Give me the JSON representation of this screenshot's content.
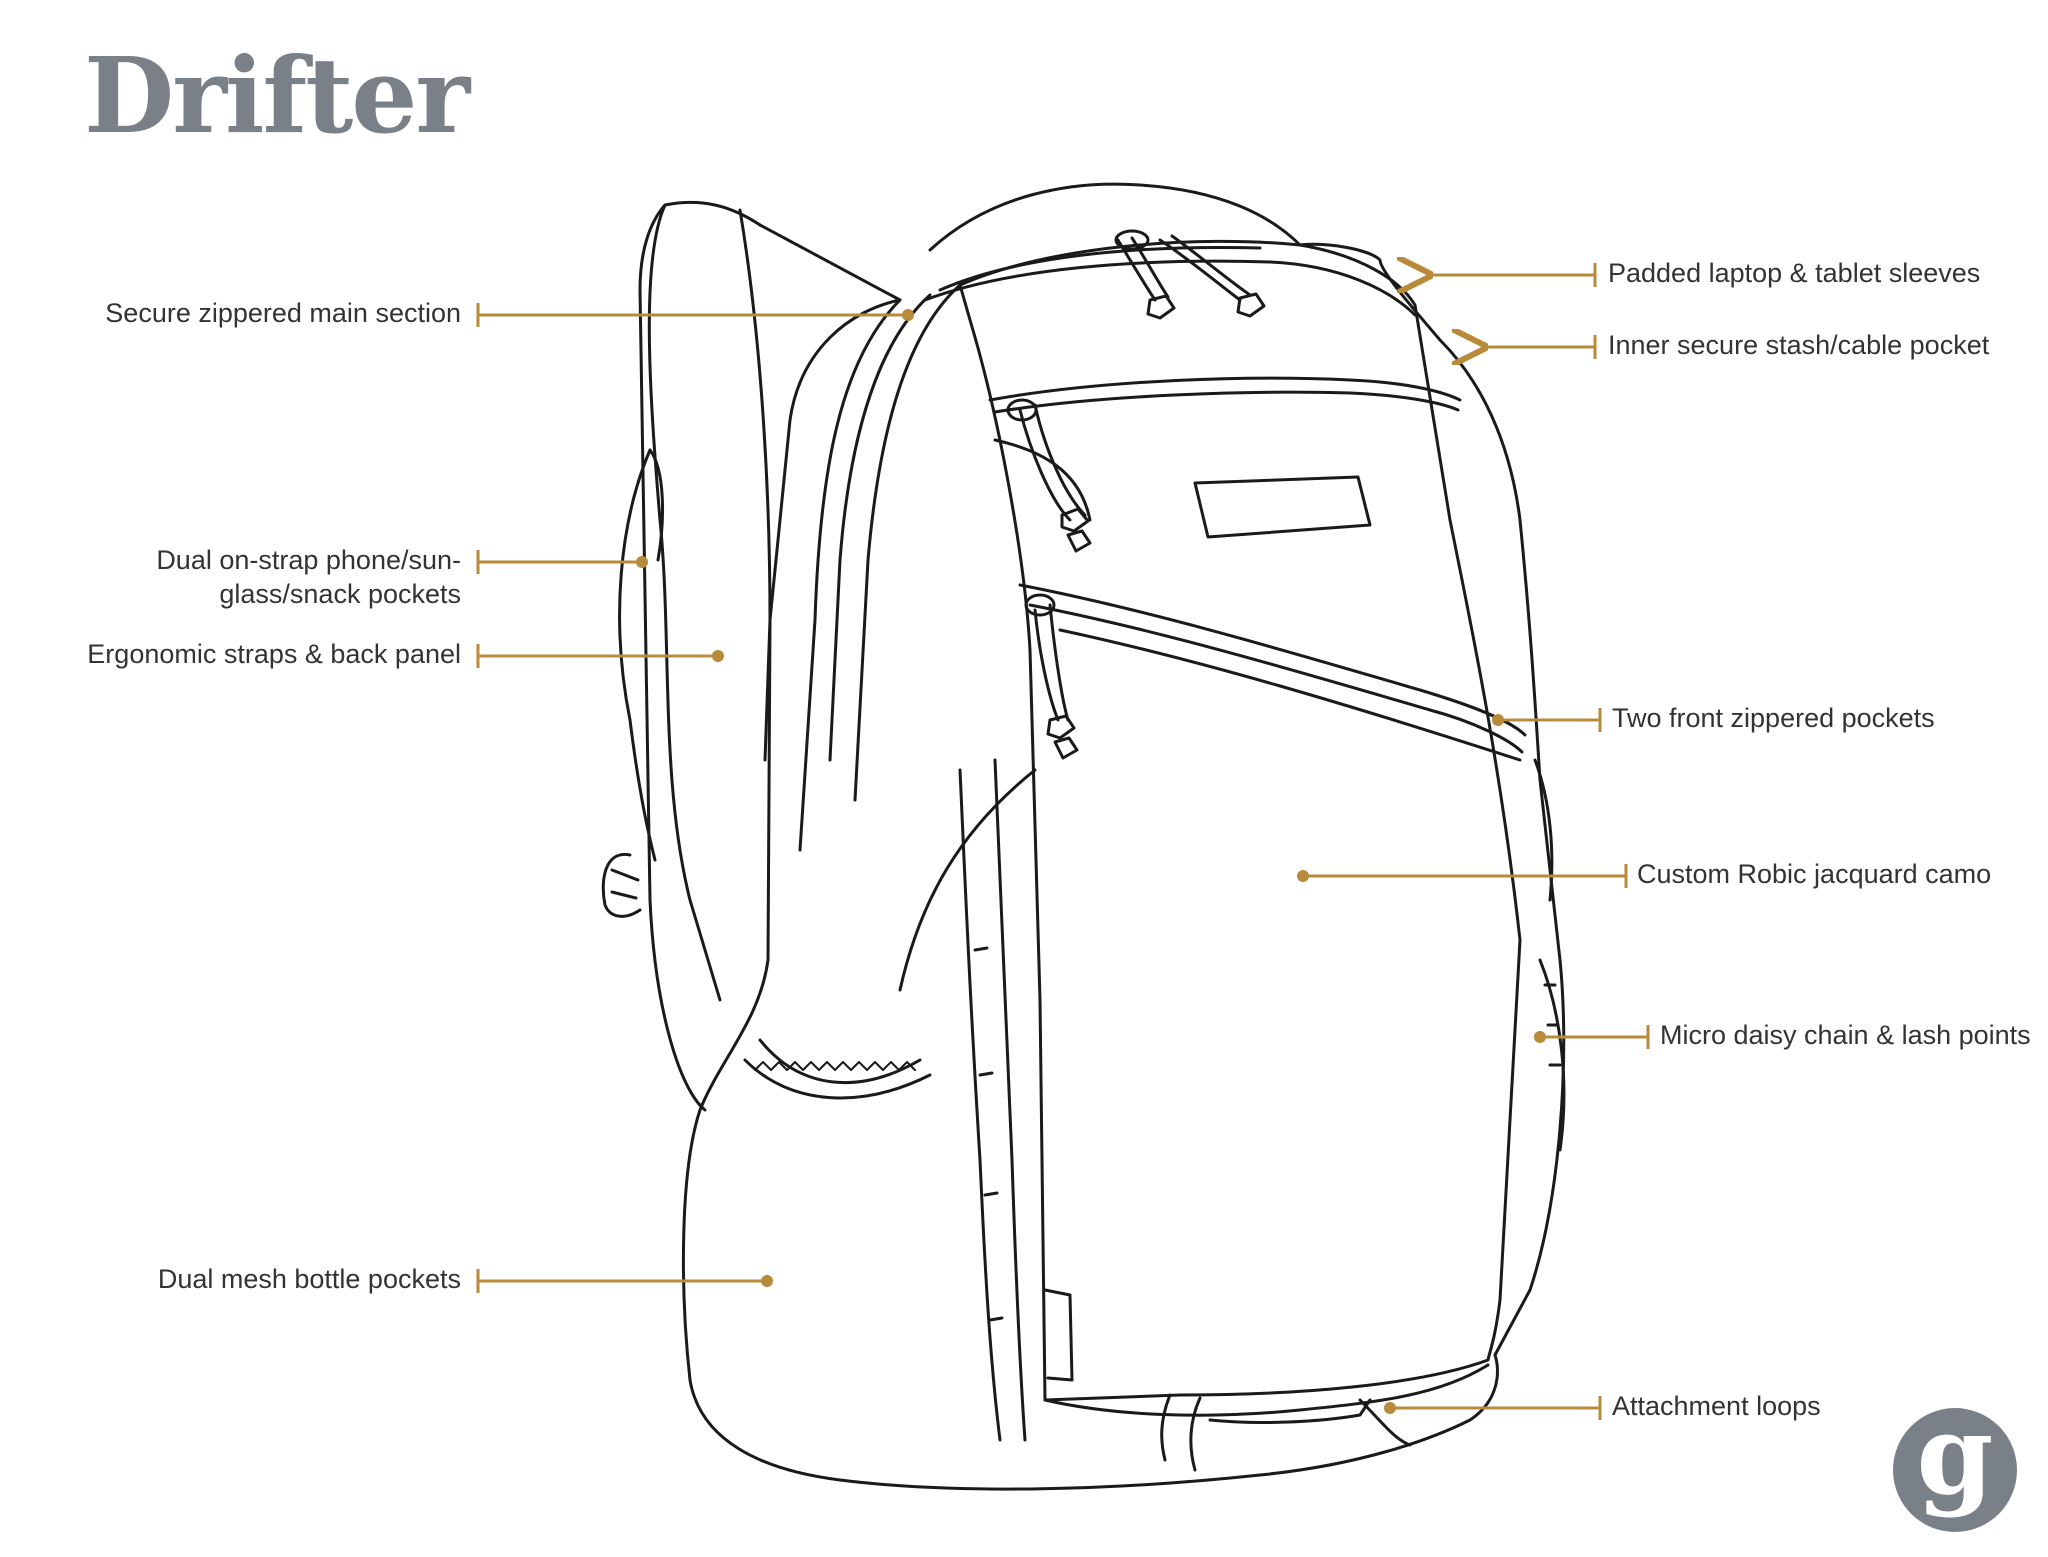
{
  "title": "Drifter",
  "colors": {
    "accent": "#b88a3a",
    "title": "#7a8088",
    "text": "#333333",
    "outline": "#1a1a1a",
    "logo": "#7a8088"
  },
  "logo": {
    "icon": "g-logo-icon",
    "text": "g"
  },
  "callouts": {
    "main_section": "Secure zippered main section",
    "strap_pockets_line1": "Dual on-strap phone/sun-",
    "strap_pockets_line2": "glass/snack pockets",
    "straps_back_panel": "Ergonomic straps & back panel",
    "bottle_pockets": "Dual mesh bottle pockets",
    "laptop_sleeves": "Padded laptop & tablet sleeves",
    "stash_pocket": "Inner secure stash/cable pocket",
    "front_pockets": "Two front zippered pockets",
    "camo": "Custom Robic jacquard camo",
    "daisy_chain": "Micro daisy chain & lash points",
    "attachment_loops": "Attachment loops"
  }
}
